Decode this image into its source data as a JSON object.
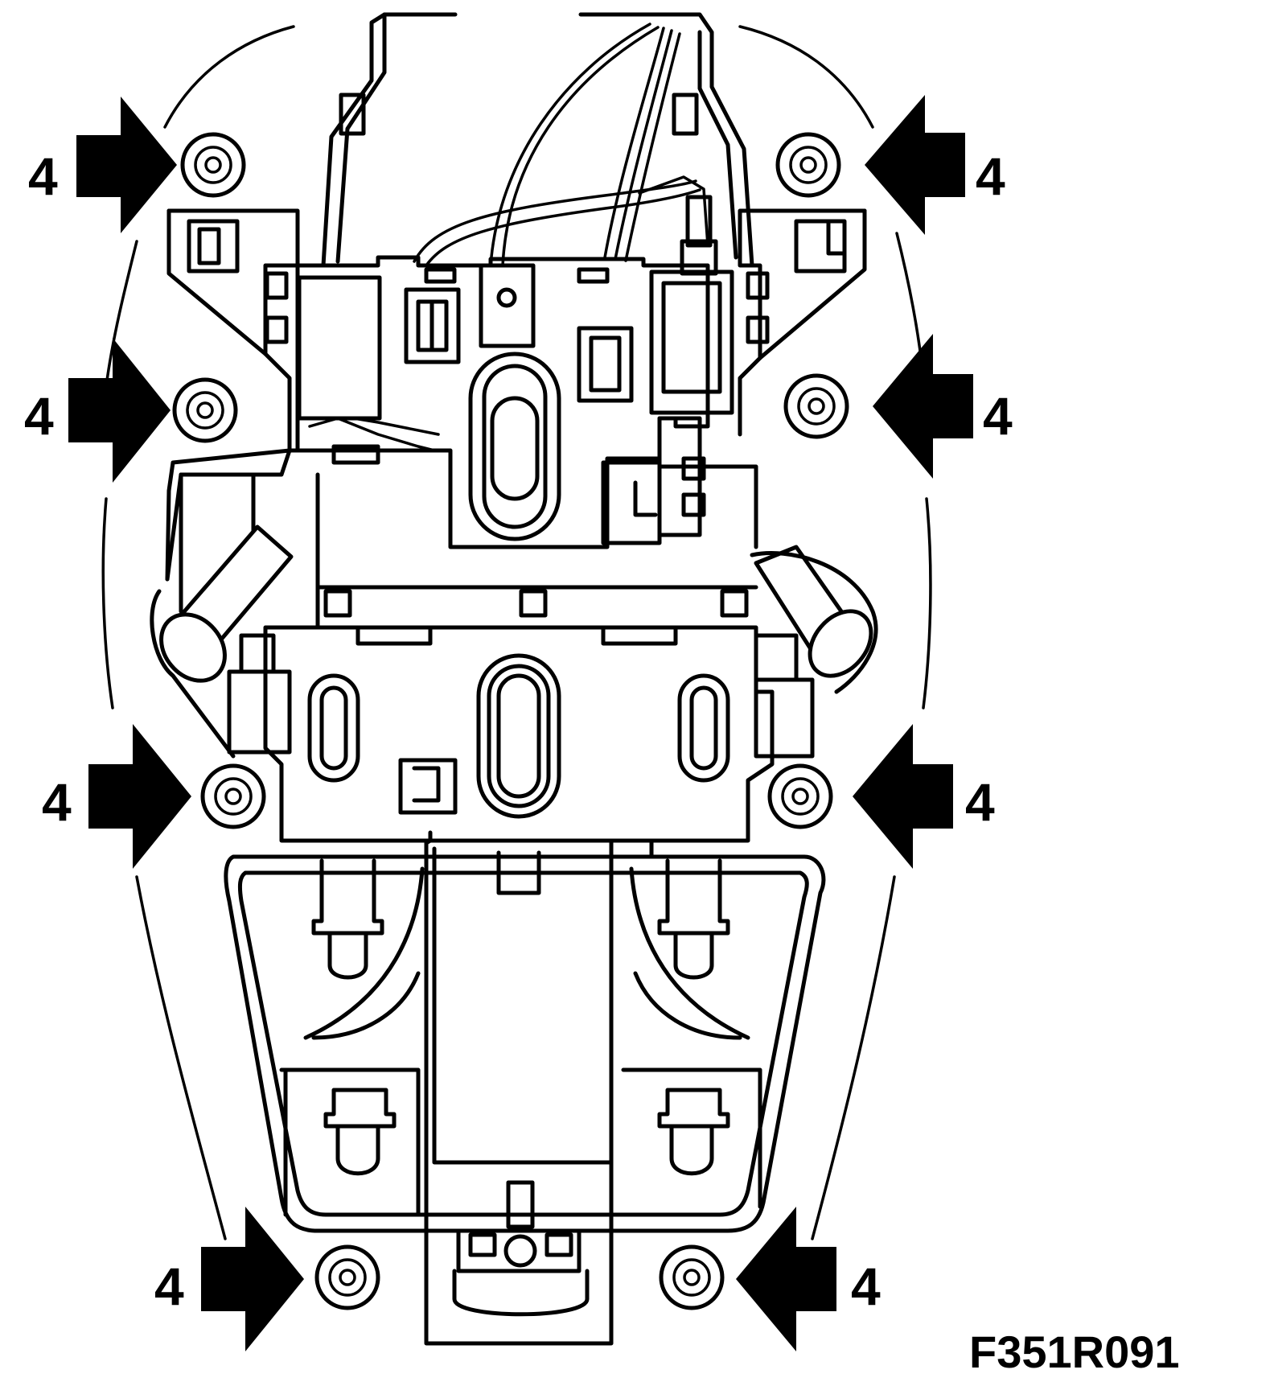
{
  "diagram": {
    "figure_code": "F351R091",
    "callout_label": "4",
    "callouts": [
      {
        "id": "upper-left",
        "label": "4",
        "side": "left"
      },
      {
        "id": "upper-right",
        "label": "4",
        "side": "right"
      },
      {
        "id": "mid-left",
        "label": "4",
        "side": "left"
      },
      {
        "id": "mid-right",
        "label": "4",
        "side": "right"
      },
      {
        "id": "lower-left",
        "label": "4",
        "side": "left"
      },
      {
        "id": "lower-right",
        "label": "4",
        "side": "right"
      },
      {
        "id": "bottom-left",
        "label": "4",
        "side": "left"
      },
      {
        "id": "bottom-right",
        "label": "4",
        "side": "right"
      }
    ],
    "colors": {
      "line": "#000000",
      "background": "#ffffff"
    }
  }
}
